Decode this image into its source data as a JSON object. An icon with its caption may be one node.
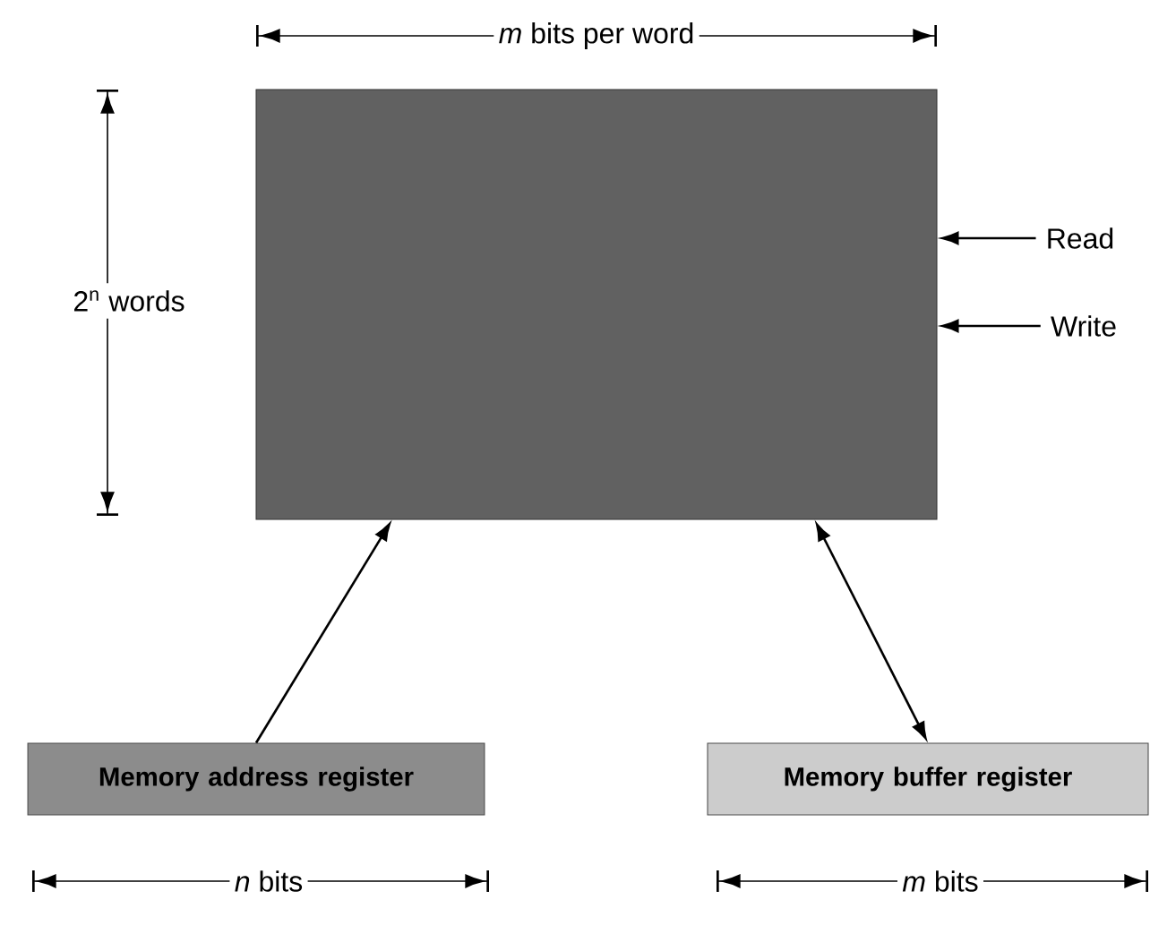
{
  "diagram": {
    "nodes": [
      {
        "text": [],
        "shape": "box"
      },
      {
        "text": [
          "Memory address register"
        ]
      },
      {
        "text": [
          "Memory buffer register"
        ]
      },
      {
        "text": [
          "Read"
        ]
      },
      {
        "text": [
          "Write"
        ]
      }
    ],
    "edges": [
      {
        "from": 1,
        "to": 0,
        "arrow": "to"
      },
      {
        "from": 2,
        "to": 0,
        "arrow": "both"
      },
      {
        "from": 3,
        "to": 0,
        "arrow": "to"
      },
      {
        "from": 4,
        "to": 0,
        "arrow": "to"
      }
    ],
    "labels": [
      "*m* bits per word",
      "2$^{n}$ words",
      "*n* bits",
      "*m* bits"
    ]
  }
}
